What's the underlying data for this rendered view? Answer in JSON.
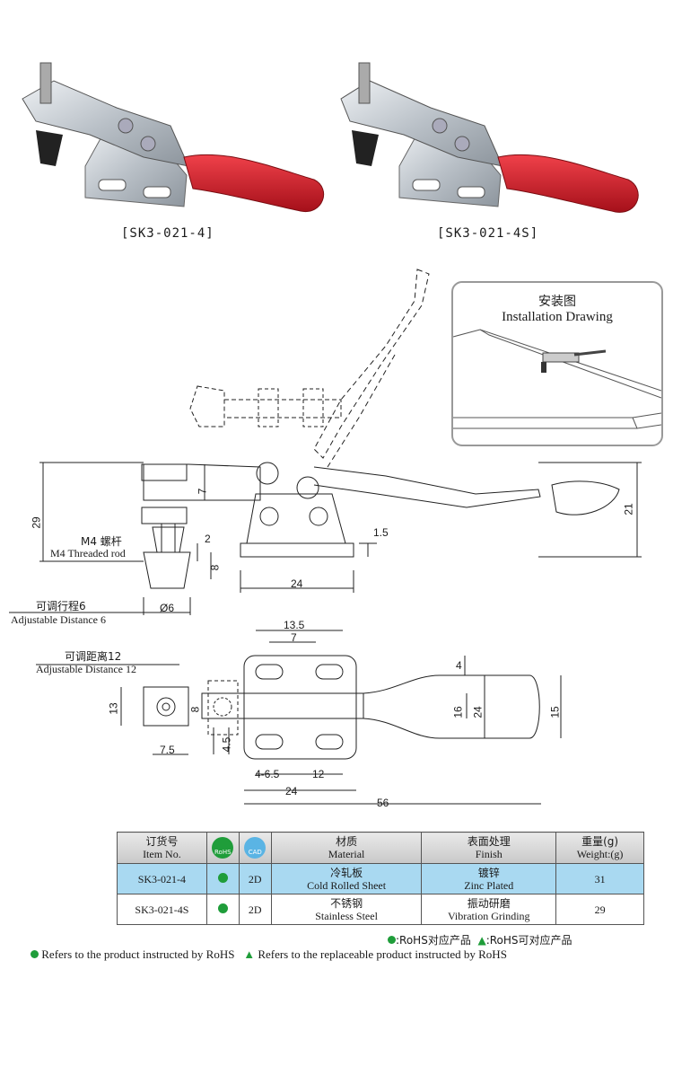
{
  "products": [
    {
      "caption": "[SK3-021-4]"
    },
    {
      "caption": "[SK3-021-4S]"
    }
  ],
  "install": {
    "title_cn": "安装图",
    "title_en": "Installation Drawing"
  },
  "side_view": {
    "dims": [
      "29",
      "7",
      "21",
      "1.5",
      "2",
      "8",
      "24",
      "Ø6"
    ],
    "rod_cn": "M4 螺杆",
    "rod_en": "M4 Threaded rod",
    "adj_cn": "可调行程6",
    "adj_en": "Adjustable Distance 6"
  },
  "top_view": {
    "dims": [
      "13.5",
      "7",
      "4",
      "13",
      "8",
      "4.5",
      "7.5",
      "4-6.5",
      "12",
      "16",
      "24",
      "15",
      "24",
      "56"
    ],
    "adj_cn": "可调距离12",
    "adj_en": "Adjustable Distance 12"
  },
  "table": {
    "headers": [
      {
        "cn": "订货号",
        "en": "Item No."
      },
      {
        "icon": "rohs-icon",
        "text": "RoHS"
      },
      {
        "icon": "cad-icon",
        "text": "CAD"
      },
      {
        "cn": "材质",
        "en": "Material"
      },
      {
        "cn": "表面处理",
        "en": "Finish"
      },
      {
        "cn": "重量(g)",
        "en": "Weight:(g)"
      }
    ],
    "rows": [
      {
        "item": "SK3-021-4",
        "cad": "2D",
        "material_cn": "冷轧板",
        "material_en": "Cold Rolled Sheet",
        "finish_cn": "镀锌",
        "finish_en": "Zinc Plated",
        "weight": "31"
      },
      {
        "item": "SK3-021-4S",
        "cad": "2D",
        "material_cn": "不锈钢",
        "material_en": "Stainless Steel",
        "finish_cn": "振动研磨",
        "finish_en": "Vibration Grinding",
        "weight": "29"
      }
    ]
  },
  "legend": {
    "cn1": ":RoHS对应产品",
    "cn2": ":RoHS可对应产品",
    "en1": "Refers to the product instructed by RoHS",
    "en2": "Refers to the replaceable product instructed by RoHS"
  },
  "colors": {
    "handle": "#d41f2a",
    "metal": "#c9ced3",
    "rohs": "#1f9d3a",
    "row_highlight": "#a9d9f1"
  }
}
